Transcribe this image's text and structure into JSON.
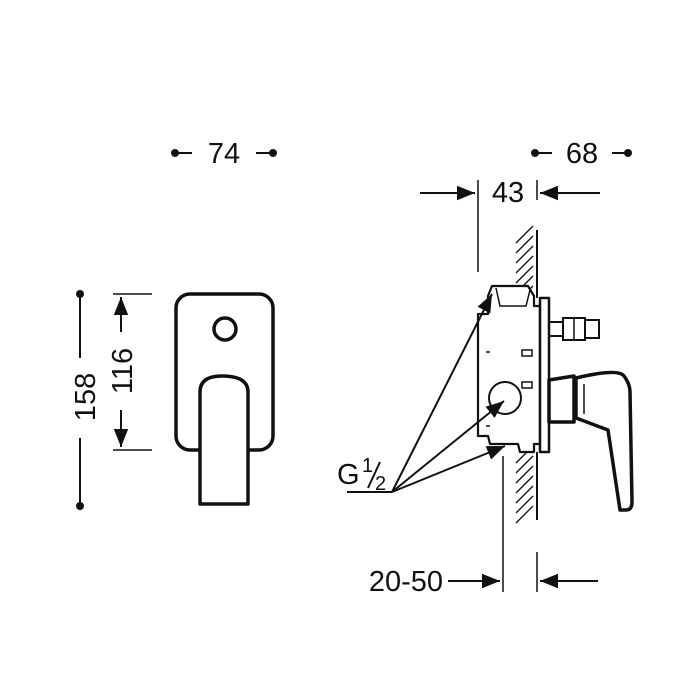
{
  "front_view": {
    "width_label": "74",
    "total_height_label": "158",
    "plate_height_label": "116"
  },
  "side_view": {
    "depth_label": "68",
    "body_depth_label": "43",
    "wall_range_label": "20-50",
    "thread_label_main": "G",
    "thread_label_fraction_num": "1",
    "thread_label_fraction_den": "2"
  }
}
